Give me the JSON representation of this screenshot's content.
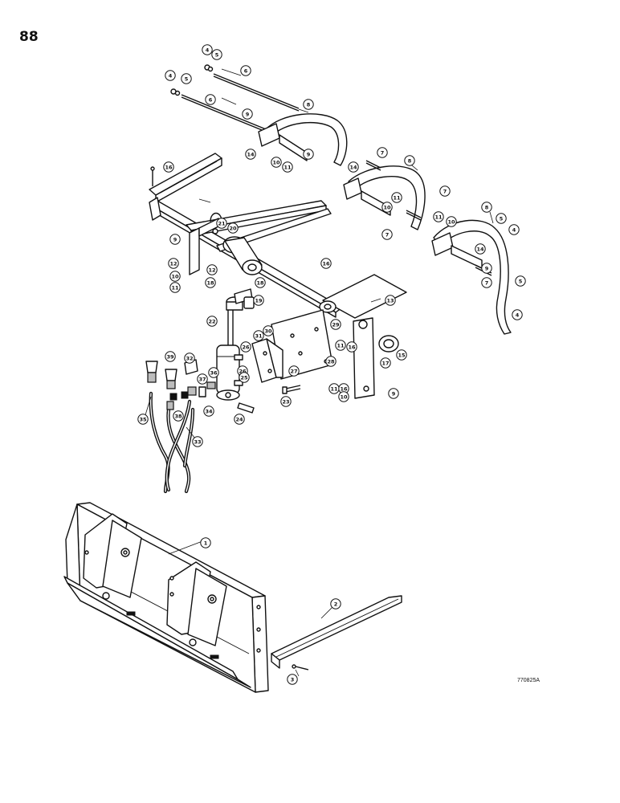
{
  "page": {
    "number": "88",
    "figure_code": "770825A"
  },
  "callouts": [
    "1",
    "2",
    "3",
    "4",
    "5",
    "6",
    "7",
    "8",
    "9",
    "10",
    "11",
    "12",
    "13",
    "14",
    "15",
    "16",
    "17",
    "18",
    "19",
    "20",
    "21",
    "22",
    "23",
    "24",
    "25",
    "26",
    "27",
    "28",
    "29",
    "30",
    "31",
    "32",
    "33",
    "34",
    "35",
    "36",
    "37",
    "38",
    "39"
  ]
}
